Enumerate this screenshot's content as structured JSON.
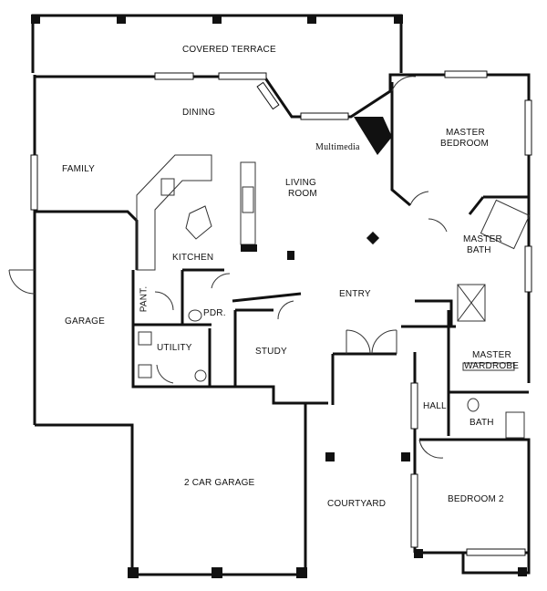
{
  "rooms": {
    "covered_terrace": "COVERED TERRACE",
    "dining": "DINING",
    "family": "FAMILY",
    "multimedia": "Multimedia",
    "master_bedroom_l1": "MASTER",
    "master_bedroom_l2": "BEDROOM",
    "living_room_l1": "LIVING",
    "living_room_l2": "ROOM",
    "kitchen": "KITCHEN",
    "master_bath_l1": "MASTER",
    "master_bath_l2": "BATH",
    "garage": "GARAGE",
    "pantry": "PANT.",
    "powder": "PDR.",
    "entry": "ENTRY",
    "utility": "UTILITY",
    "study": "STUDY",
    "master_wardrobe_l1": "MASTER",
    "master_wardrobe_l2": "WARDROBE",
    "hall": "HALL",
    "bath": "BATH",
    "two_car_garage": "2 CAR GARAGE",
    "courtyard": "COURTYARD",
    "bedroom_2": "BEDROOM 2"
  },
  "colors": {
    "wall": "#111111",
    "fixture": "#555555",
    "window": "#ffffff"
  }
}
